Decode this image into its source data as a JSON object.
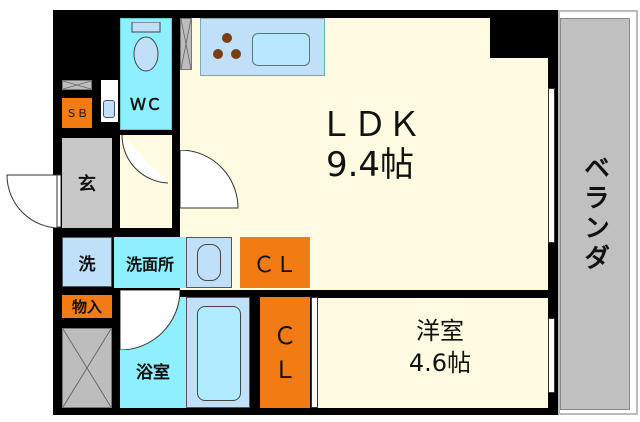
{
  "rooms": {
    "ldk": {
      "name": "ＬＤＫ",
      "size": "9.4帖"
    },
    "western": {
      "name": "洋室",
      "size": "4.6帖"
    },
    "wc": "ＷＣ",
    "sb": "ＳＢ",
    "entrance": "玄",
    "washer": "洗",
    "washroom": "洗面所",
    "storage": "物入",
    "bath": "浴室",
    "closet1": "ＣＬ",
    "closet2_top": "Ｃ",
    "closet2_bottom": "Ｌ",
    "veranda": "ベランダ"
  },
  "colors": {
    "wall": "#000000",
    "room": "#fffbe0",
    "wet": "#8ef0ff",
    "fixture": "#bfe0f8",
    "closet": "#f27b14",
    "veranda": "#c0c0c0"
  }
}
